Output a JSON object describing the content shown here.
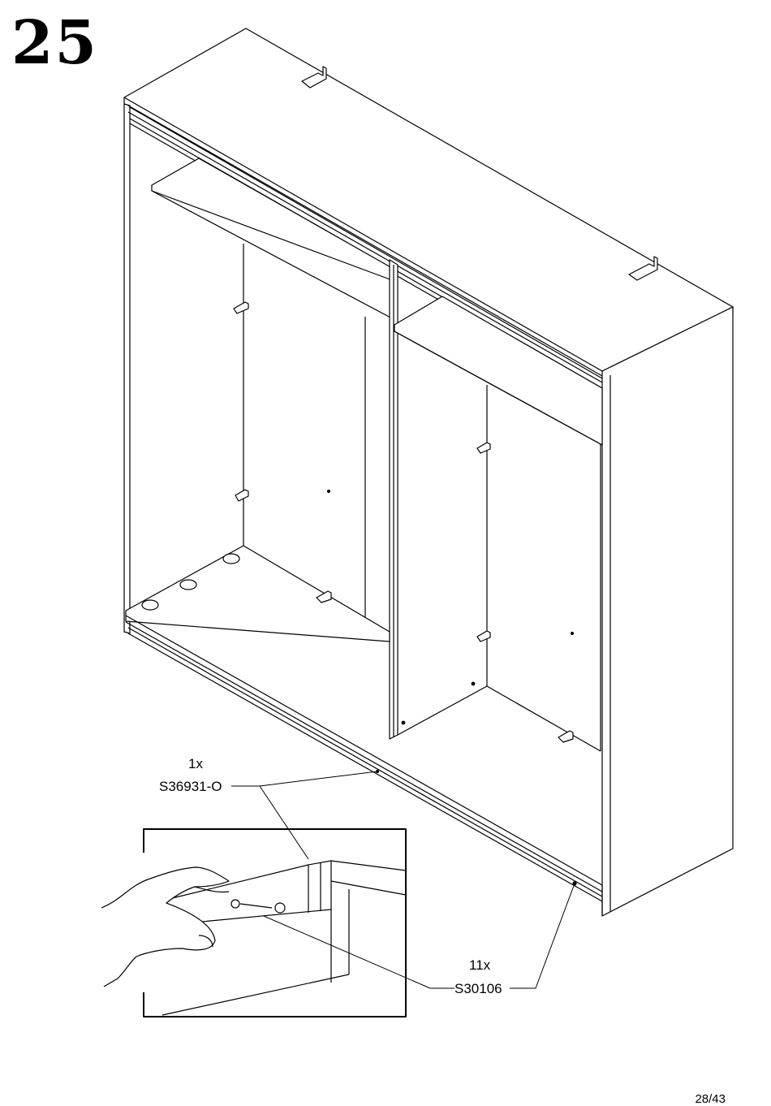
{
  "step": {
    "number": "25"
  },
  "parts": {
    "rail": {
      "qty": "1x",
      "code": "S36931-O"
    },
    "screw": {
      "qty": "11x",
      "code": "S30106"
    }
  },
  "page": {
    "indicator": "28/43"
  }
}
